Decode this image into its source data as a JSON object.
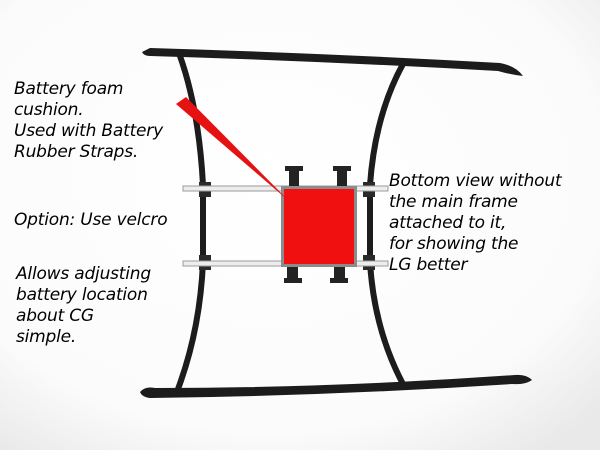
{
  "photo": {
    "subject": "helicopter-landing-gear",
    "colors": {
      "skid": "#1c1c1c",
      "foam_pad": "#f01010",
      "pointer": "#e61212",
      "rail": "#a9a9a9",
      "background": "#ffffff"
    }
  },
  "annotations": {
    "foam_cushion": "Battery foam\ncushion.\nUsed with Battery\nRubber Straps.",
    "velcro_option": "Option: Use velcro",
    "adjust_note": "Allows adjusting\nbattery location\nabout CG\nsimple.",
    "view_note": "Bottom view without\nthe main frame\nattached to it,\nfor showing the\nLG better"
  }
}
